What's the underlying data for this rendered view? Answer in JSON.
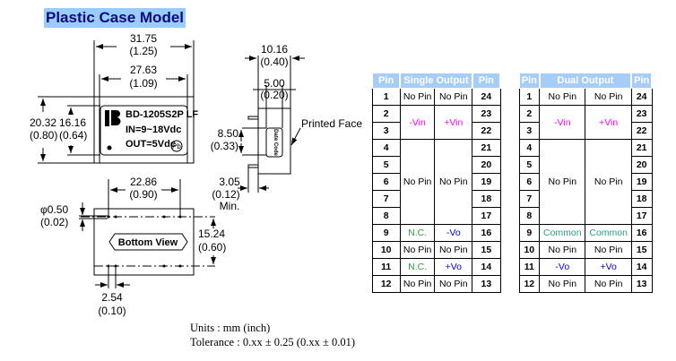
{
  "title": "Plastic Case Model",
  "top_view": {
    "length_mm": "31.75",
    "length_in": "(1.25)",
    "pin_row_mm": "27.63",
    "pin_row_in": "(1.09)",
    "height_mm": "20.32",
    "height_in": "(0.80)",
    "inner_height_mm": "16.16",
    "inner_height_in": "(0.64)",
    "label_lines": [
      "BD-1205S2P LF",
      "IN=9~18Vdc",
      "OUT=5Vdc"
    ],
    "pb_mark": "Pb"
  },
  "side_view": {
    "width_mm": "10.16",
    "width_in": "(0.40)",
    "pin_offset_mm": "5.00",
    "pin_offset_in": "(0.20)",
    "pin_spacing_mm": "8.50",
    "pin_spacing_in": "(0.33)",
    "pin_length_mm": "3.05",
    "pin_length_in": "(0.12)",
    "pin_length_note": "Min.",
    "date_code": "Date Code",
    "printed_face": "Printed Face"
  },
  "bottom_view": {
    "label": "Bottom View",
    "pin_row_mm": "22.86",
    "pin_row_in": "(0.90)",
    "pin_dia_mm": "φ0.50",
    "pin_dia_in": "(0.02)",
    "row_spacing_mm": "15.24",
    "row_spacing_in": "(0.60)",
    "pitch_mm": "2.54",
    "pitch_in": "(0.10)"
  },
  "single_table": {
    "headers": [
      "Pin",
      "Single Output",
      "Pin"
    ],
    "rows": [
      {
        "l": "1",
        "a": "No Pin",
        "b": "No Pin",
        "r": "24"
      },
      {
        "l": "2",
        "a": "-Vin",
        "b": "+Vin",
        "r": "23"
      },
      {
        "l": "3",
        "r": "22"
      },
      {
        "l": "4",
        "r": "21"
      },
      {
        "l": "5",
        "r": "20"
      },
      {
        "l": "6",
        "a": "No Pin",
        "b": "No Pin",
        "r": "19"
      },
      {
        "l": "7",
        "r": "18"
      },
      {
        "l": "8",
        "r": "17"
      },
      {
        "l": "9",
        "a": "N.C.",
        "b": "-Vo",
        "r": "16"
      },
      {
        "l": "10",
        "a": "No Pin",
        "b": "No Pin",
        "r": "15"
      },
      {
        "l": "11",
        "a": "N.C.",
        "b": "+Vo",
        "r": "14"
      },
      {
        "l": "12",
        "a": "No Pin",
        "b": "No Pin",
        "r": "13"
      }
    ]
  },
  "dual_table": {
    "headers": [
      "Pin",
      "Dual Output",
      "Pin"
    ],
    "rows": [
      {
        "l": "1",
        "a": "No Pin",
        "b": "No Pin",
        "r": "24"
      },
      {
        "l": "2",
        "a": "-Vin",
        "b": "+Vin",
        "r": "23"
      },
      {
        "l": "3",
        "r": "22"
      },
      {
        "l": "4",
        "r": "21"
      },
      {
        "l": "5",
        "r": "20"
      },
      {
        "l": "6",
        "a": "No Pin",
        "b": "No Pin",
        "r": "19"
      },
      {
        "l": "7",
        "r": "18"
      },
      {
        "l": "8",
        "r": "17"
      },
      {
        "l": "9",
        "a": "Common",
        "b": "Common",
        "r": "16"
      },
      {
        "l": "10",
        "a": "No Pin",
        "b": "No Pin",
        "r": "15"
      },
      {
        "l": "11",
        "a": "-Vo",
        "b": "+Vo",
        "r": "14"
      },
      {
        "l": "12",
        "a": "No Pin",
        "b": "No Pin",
        "r": "13"
      }
    ]
  },
  "notes": {
    "units": "Units : mm (inch)",
    "tolerance": "Tolerance : 0.xx ± 0.25 (0.xx ± 0.01)"
  },
  "colors": {
    "header_bg": "#a6cdf7",
    "title_bg": "#99ccff",
    "title_text": "#0b0b7a",
    "vin": "#ff00ff",
    "vo": "#0000ff",
    "nc": "#2e9c4a"
  }
}
